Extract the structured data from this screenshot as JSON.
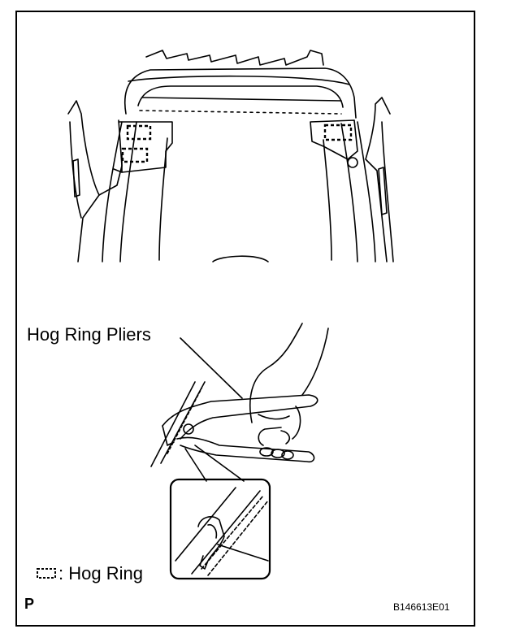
{
  "labels": {
    "hog_ring_pliers": "Hog Ring Pliers",
    "legend_text": ": Hog Ring",
    "view_letter": "P",
    "figure_code": "B146613E01"
  },
  "icons": {
    "legend_symbol": "hog-ring-dashed-square-icon",
    "hog_ring_marker": "hog-ring-dashed-square-icon"
  },
  "colors": {
    "line": "#000000",
    "background": "#ffffff"
  }
}
